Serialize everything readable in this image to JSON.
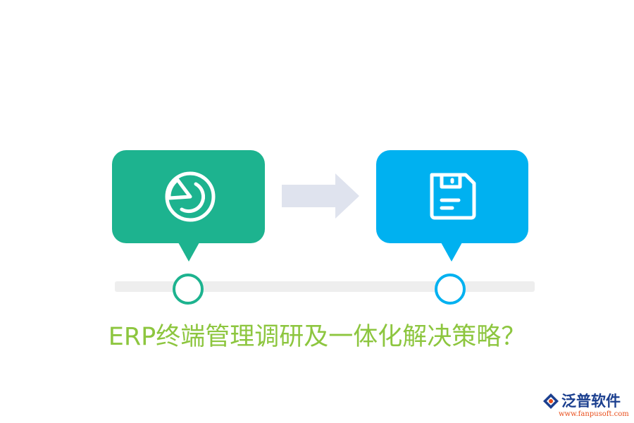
{
  "colors": {
    "step_a": "#1db38f",
    "step_b": "#00b1f0",
    "arrow": "#dfe3ee",
    "track": "#eeeeee",
    "headline": "#8dc63f",
    "brand_blue": "#1b3f8f",
    "brand_orange": "#e94e1b"
  },
  "steps": [
    {
      "icon": "pie-chart-icon"
    },
    {
      "icon": "floppy-disk-icon"
    }
  ],
  "connector_icon": "right-arrow-icon",
  "headline": "ERP终端管理调研及一体化解决策略？",
  "brand": {
    "name": "泛普软件",
    "url": "www.fanpusoft.com",
    "logo_icon": "fanpu-logo-icon"
  }
}
